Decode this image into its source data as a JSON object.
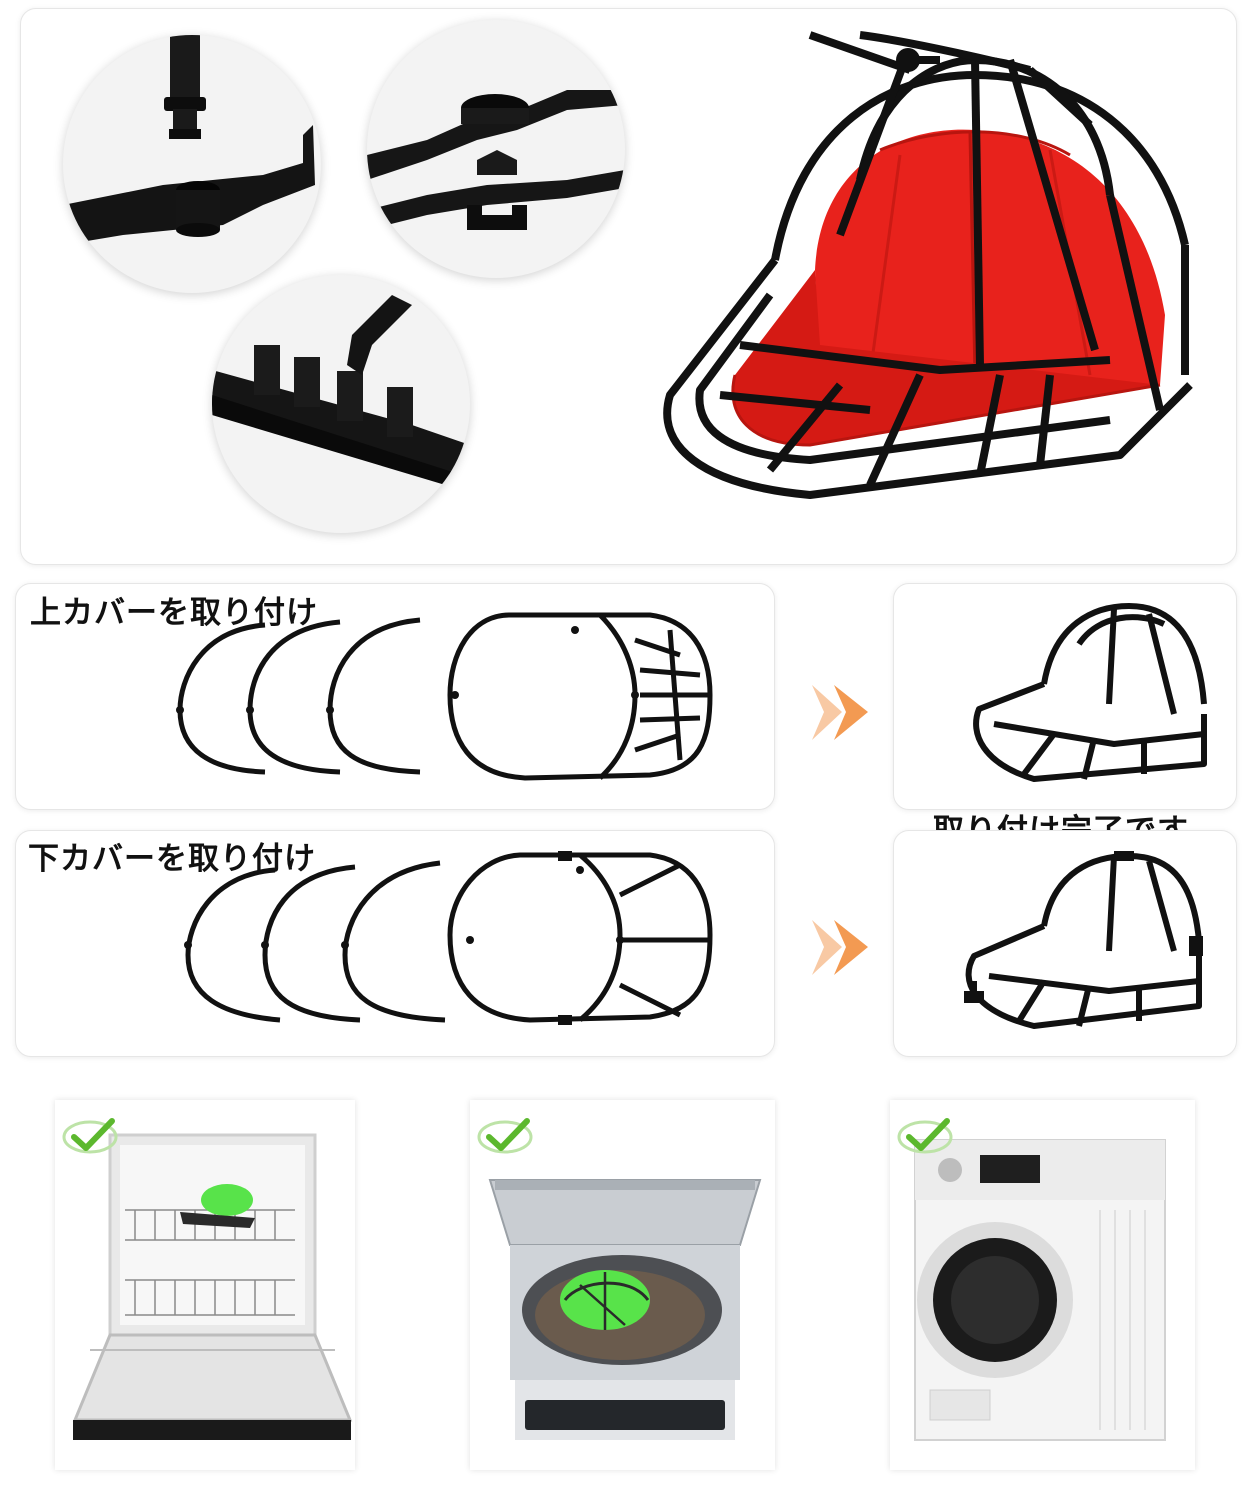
{
  "steps": {
    "top_cover_label": "上カバーを取り付け",
    "bottom_cover_label": "下カバーを取り付け",
    "done_label": "取り付け完了です"
  },
  "colors": {
    "cap_red": "#e8221c",
    "frame_black": "#111111",
    "arrow_orange": "#f39a52",
    "check_green": "#5cb82e",
    "cap_green": "#58e34a"
  },
  "icons": [
    "check-icon",
    "arrow-right-icon"
  ]
}
